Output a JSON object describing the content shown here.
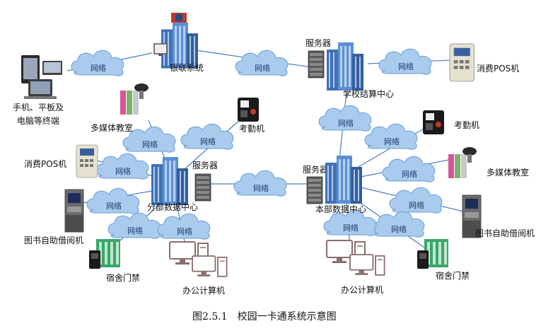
{
  "caption": "图2.5.1　校园一卡通系统示意图",
  "cloud_label": "网络",
  "colors": {
    "cloud": "#9dc3ea",
    "cloud_stroke": "#6d9fd3",
    "line": "#4a7fbf",
    "building": "#3f73b8",
    "server": "#5b5b5b",
    "computer": "#7a6060",
    "green_building": "#3aa66a"
  },
  "nodes": {
    "unionpay": "银联系统",
    "school_center": "学校结算中心",
    "school_server": "服务器",
    "pos_top": "消费POS机",
    "terminals_line1": "手机、平板及",
    "terminals_line2": "电脑等终端",
    "multimedia_left": "多媒体教室",
    "attendance_left": "考勤机",
    "pos_left": "消费POS机",
    "branch_server": "服务器",
    "branch_center": "分部数据中心",
    "library_left": "图书自助借阅机",
    "dorm_left": "宿舍门禁",
    "office_left": "办公计算机",
    "main_server": "服务器",
    "main_center": "本部数据中心",
    "attendance_right": "考勤机",
    "multimedia_right": "多媒体教室",
    "library_right": "图书自助借阅机",
    "dorm_right": "宿舍门禁",
    "office_right": "办公计算机"
  },
  "icons": [
    "unionpay-building-icon",
    "server-rack-icon",
    "pos-terminal-icon",
    "attendance-machine-icon",
    "projector-classroom-icon",
    "library-kiosk-icon",
    "dorm-access-icon",
    "office-computer-icon",
    "devices-icon",
    "cloud-icon"
  ]
}
